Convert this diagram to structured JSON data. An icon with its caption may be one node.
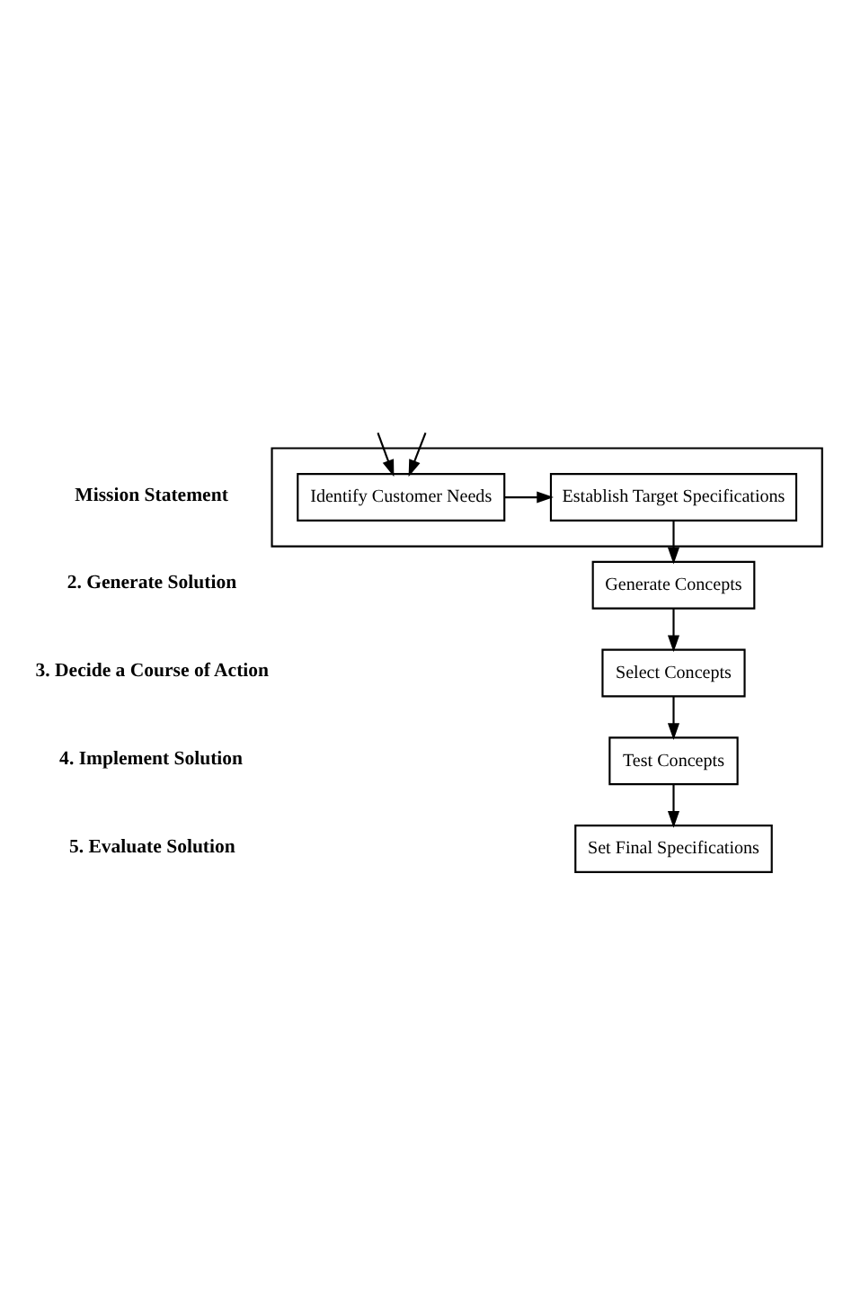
{
  "diagram": {
    "nodes": [
      {
        "text": [],
        "shape": "box"
      },
      {
        "text": [
          "Identify Customer Needs"
        ],
        "in": 0
      },
      {
        "text": [
          "Establish Target Specifications"
        ],
        "in": 0
      },
      {
        "text": [
          "Generate Concepts"
        ]
      },
      {
        "text": [
          "Select Concepts"
        ]
      },
      {
        "text": [
          "Test Concepts"
        ]
      },
      {
        "text": [
          "Set Final Specifications"
        ]
      }
    ],
    "edges": [
      {
        "from": null,
        "to": 1,
        "arrow": "to"
      },
      {
        "from": null,
        "to": 1,
        "arrow": "to"
      },
      {
        "from": 1,
        "to": 2,
        "arrow": "to"
      },
      {
        "from": 2,
        "to": 3,
        "arrow": "to"
      },
      {
        "from": 3,
        "to": 4,
        "arrow": "to"
      },
      {
        "from": 4,
        "to": 5,
        "arrow": "to"
      },
      {
        "from": 5,
        "to": 6,
        "arrow": "to"
      }
    ],
    "labels": [
      "Mission Statement",
      "2. Generate Solution",
      "3. Decide a Course of Action",
      "4. Implement Solution",
      "5. Evaluate Solution"
    ]
  }
}
